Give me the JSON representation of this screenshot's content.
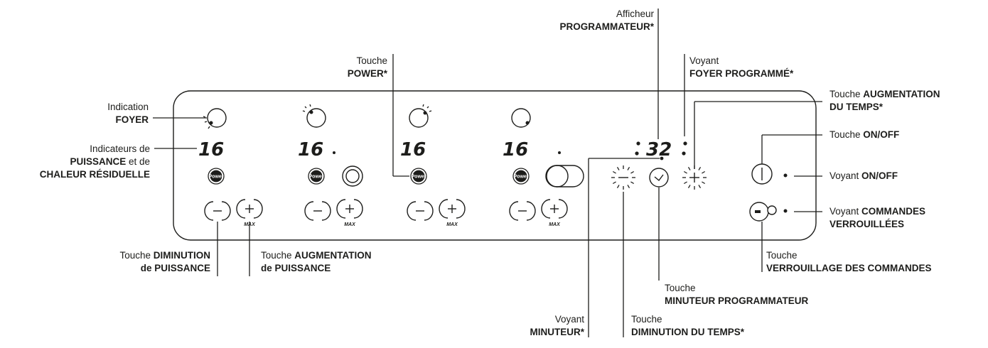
{
  "panel": {
    "zone_display": "16",
    "power_key": "Power",
    "max_label": "MAX",
    "timer_display": "32"
  },
  "labels": {
    "afficheur_1": "Afficheur",
    "afficheur_2": "PROGRAMMATEUR*",
    "power_1": "Touche",
    "power_2": "POWER*",
    "voyant_fp_1": "Voyant",
    "voyant_fp_2": "FOYER PROGRAMMÉ*",
    "aug_temps_1a": "Touche ",
    "aug_temps_1b": "AUGMENTATION",
    "aug_temps_2": "DU TEMPS*",
    "indication_1": "Indication",
    "indication_2": "FOYER",
    "onoff_key_a": "Touche ",
    "onoff_key_b": "ON/OFF",
    "indic_1": "Indicateurs de",
    "indic_2a": "PUISSANCE",
    "indic_2b": " et de",
    "indic_3": "CHALEUR RÉSIDUELLE",
    "voyant_onoff_a": "Voyant ",
    "voyant_onoff_b": "ON/OFF",
    "voyant_cmd_a": "Voyant ",
    "voyant_cmd_b": "COMMANDES",
    "voyant_cmd_2": "VERROUILLÉES",
    "dim_p_1a": "Touche ",
    "dim_p_1b": "DIMINUTION",
    "dim_p_2": "de PUISSANCE",
    "aug_p_1a": "Touche ",
    "aug_p_1b": "AUGMENTATION",
    "aug_p_2": "de PUISSANCE",
    "verr_1": "Touche",
    "verr_2": "VERROUILLAGE DES COMMANDES",
    "min_prog_1": "Touche",
    "min_prog_2": "MINUTEUR PROGRAMMATEUR",
    "voyant_min_1": "Voyant",
    "voyant_min_2": "MINUTEUR*",
    "dim_t_1": "Touche",
    "dim_t_2": "DIMINUTION DU TEMPS*"
  }
}
